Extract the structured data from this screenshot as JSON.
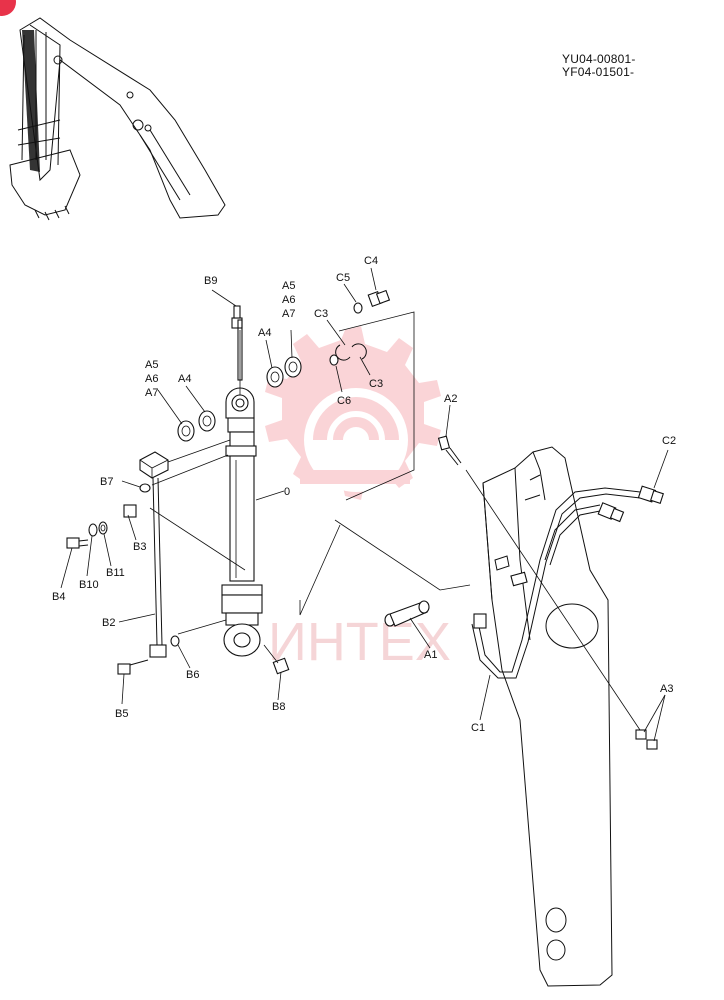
{
  "serial_numbers": [
    "YU04-00801-",
    "YF04-01501-"
  ],
  "watermark": {
    "text": "ИНТЕХ",
    "color": "#f7b2b7"
  },
  "accent_color": "#e8334a",
  "part_labels": {
    "B9": "B9",
    "A5": "A5",
    "A6": "A6",
    "A7": "A7",
    "A4": "A4",
    "C5": "C5",
    "C4": "C4",
    "C3": "C3",
    "C6": "C6",
    "A2": "A2",
    "C2": "C2",
    "B7": "B7",
    "B3": "B3",
    "B4": "B4",
    "B10": "B10",
    "B11": "B11",
    "B2": "B2",
    "B5": "B5",
    "B6": "B6",
    "B8": "B8",
    "A1": "A1",
    "C1": "C1",
    "A3": "A3",
    "zero": "0"
  }
}
